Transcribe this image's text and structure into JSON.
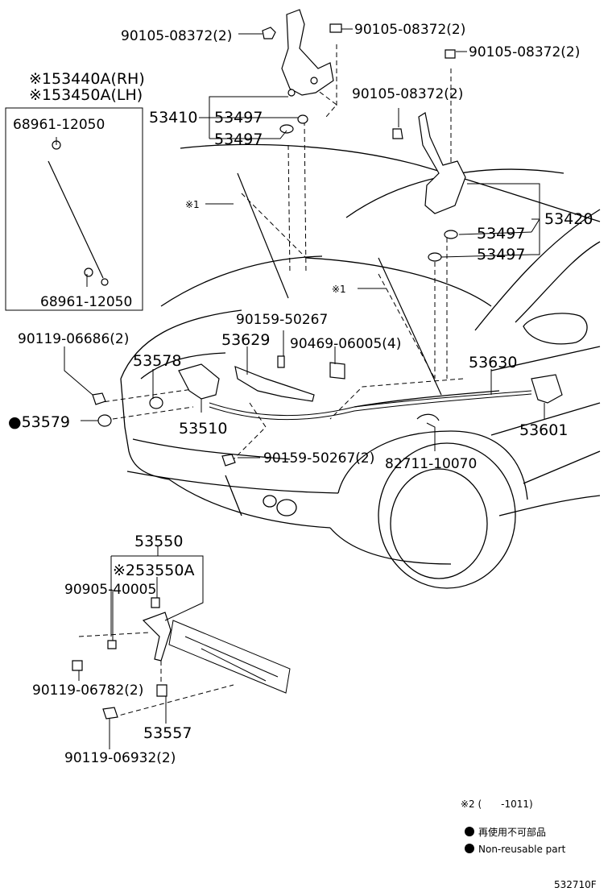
{
  "diagram_code": "532710F",
  "parts": {
    "bolt_top_left": "90105-08372(2)",
    "bolt_top_mid": "90105-08372(2)",
    "bolt_top_right": "90105-08372(2)",
    "bolt_right_hinge": "90105-08372(2)",
    "hinge_lh_assy": "53410",
    "hinge_lh_washer_a": "53497",
    "hinge_lh_washer_b": "53497",
    "hinge_rh_assy": "53420",
    "hinge_rh_washer_a": "53497",
    "hinge_rh_washer_b": "53497",
    "stay_rh": "※153440A(RH)",
    "stay_lh": "※153450A(LH)",
    "stay_clip_top": "68961-12050",
    "stay_clip_bottom": "68961-12050",
    "stay_marker_1": "※1",
    "stay_marker_2": "※1",
    "bolt_lock": "90119-06686(2)",
    "lock_cushion": "53578",
    "cushion_non_reusable": "●53579",
    "hood_lock": "53510",
    "lock_bracket": "53629",
    "lock_screw": "90159-50267",
    "clip_cable": "90469-06005(4)",
    "release_cable": "53630",
    "release_lever": "53601",
    "bottom_screw": "90159-50267(2)",
    "cable_clip": "82711-10070",
    "support_assy": "53550",
    "support_sub": "※253550A",
    "support_bushing": "90905-40005",
    "support_bolt_a": "90119-06782(2)",
    "support_stay": "53557",
    "support_bolt_b": "90119-06932(2)"
  },
  "legend": {
    "note_footnote": "※2 (　　-1011)",
    "non_reusable_jp": "再使用不可部品",
    "non_reusable_en": "Non-reusable part"
  }
}
